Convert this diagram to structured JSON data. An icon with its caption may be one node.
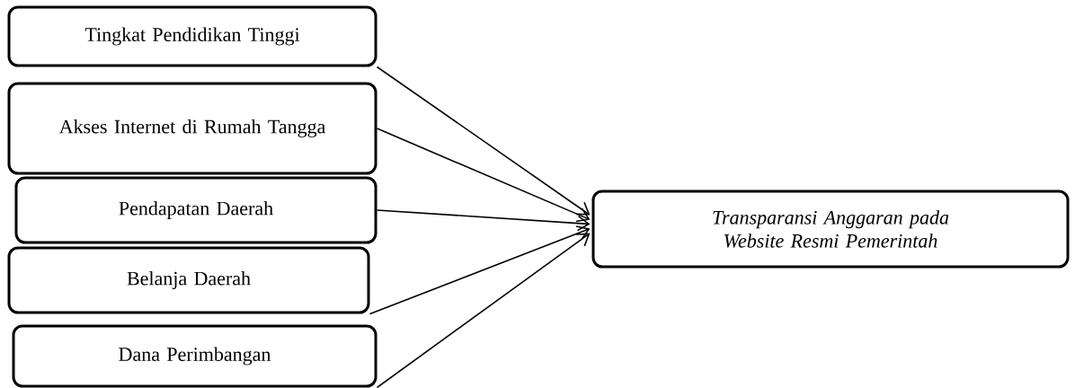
{
  "diagram": {
    "nodes": [
      {
        "text": [
          "Tingkat Pendidikan Tinggi"
        ]
      },
      {
        "text": [
          "Akses Internet di Rumah Tangga"
        ]
      },
      {
        "text": [
          "Pendapatan Daerah"
        ]
      },
      {
        "text": [
          "Belanja Daerah"
        ]
      },
      {
        "text": [
          "Dana Perimbangan"
        ]
      },
      {
        "text": [
          "Transparansi Anggaran pada Website Resmi Pemerintah"
        ]
      }
    ],
    "edges": [
      {
        "from": 0,
        "to": 5,
        "arrow": "to"
      },
      {
        "from": 1,
        "to": 5,
        "arrow": "to"
      },
      {
        "from": 2,
        "to": 5,
        "arrow": "to"
      },
      {
        "from": 3,
        "to": 5,
        "arrow": "to"
      },
      {
        "from": 4,
        "to": 5,
        "arrow": "to"
      }
    ]
  }
}
